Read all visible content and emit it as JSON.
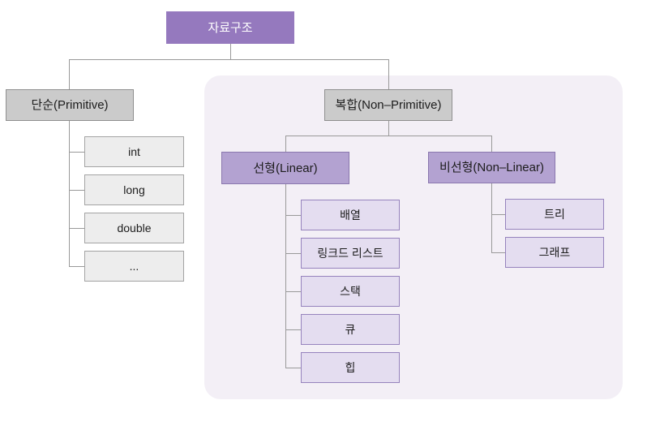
{
  "tree": {
    "root": {
      "label": "자료구조"
    },
    "primitive": {
      "label": "단순(Primitive)",
      "children": [
        "int",
        "long",
        "double",
        "..."
      ]
    },
    "non_primitive": {
      "label": "복합(Non–Primitive)",
      "linear": {
        "label": "선형(Linear)",
        "children": [
          "배열",
          "링크드 리스트",
          "스택",
          "큐",
          "힙"
        ]
      },
      "non_linear": {
        "label": "비선형(Non–Linear)",
        "children": [
          "트리",
          "그래프"
        ]
      }
    }
  },
  "colors": {
    "root_fill": "#9579be",
    "gray_header_fill": "#cbcbcb",
    "gray_header_border": "#8f8f8f",
    "gray_leaf_fill": "#ededed",
    "gray_leaf_border": "#a3a3a3",
    "purple_header_fill": "#b3a2d1",
    "purple_header_border": "#8a77ae",
    "purple_leaf_fill": "#e4ddf0",
    "purple_leaf_border": "#9683bd",
    "panel_fill": "#f3eff6",
    "connector_line": "#999999",
    "root_text": "#ffffff",
    "node_text": "#1c1c1c"
  }
}
